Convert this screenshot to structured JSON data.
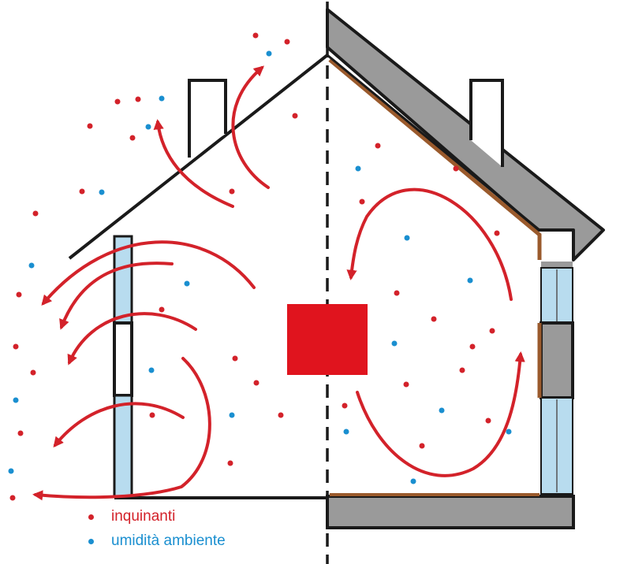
{
  "legend": {
    "pollutants_label": "inquinanti",
    "humidity_label": "umidità ambiente"
  },
  "colors": {
    "pollutant": "#d3222a",
    "humidity": "#1a8fd0",
    "arrow": "#d3222a",
    "wall": "#9a9a9a",
    "outline": "#1a1a1a",
    "window_glass": "#b8dcef",
    "insulation_liner": "#9a5a2c"
  },
  "scene": {
    "left_half": "uninsulated house with open leaks",
    "right_half": "insulated house with sealed envelope",
    "center_element": "red square pollutant source",
    "divider": "dashed vertical line"
  }
}
